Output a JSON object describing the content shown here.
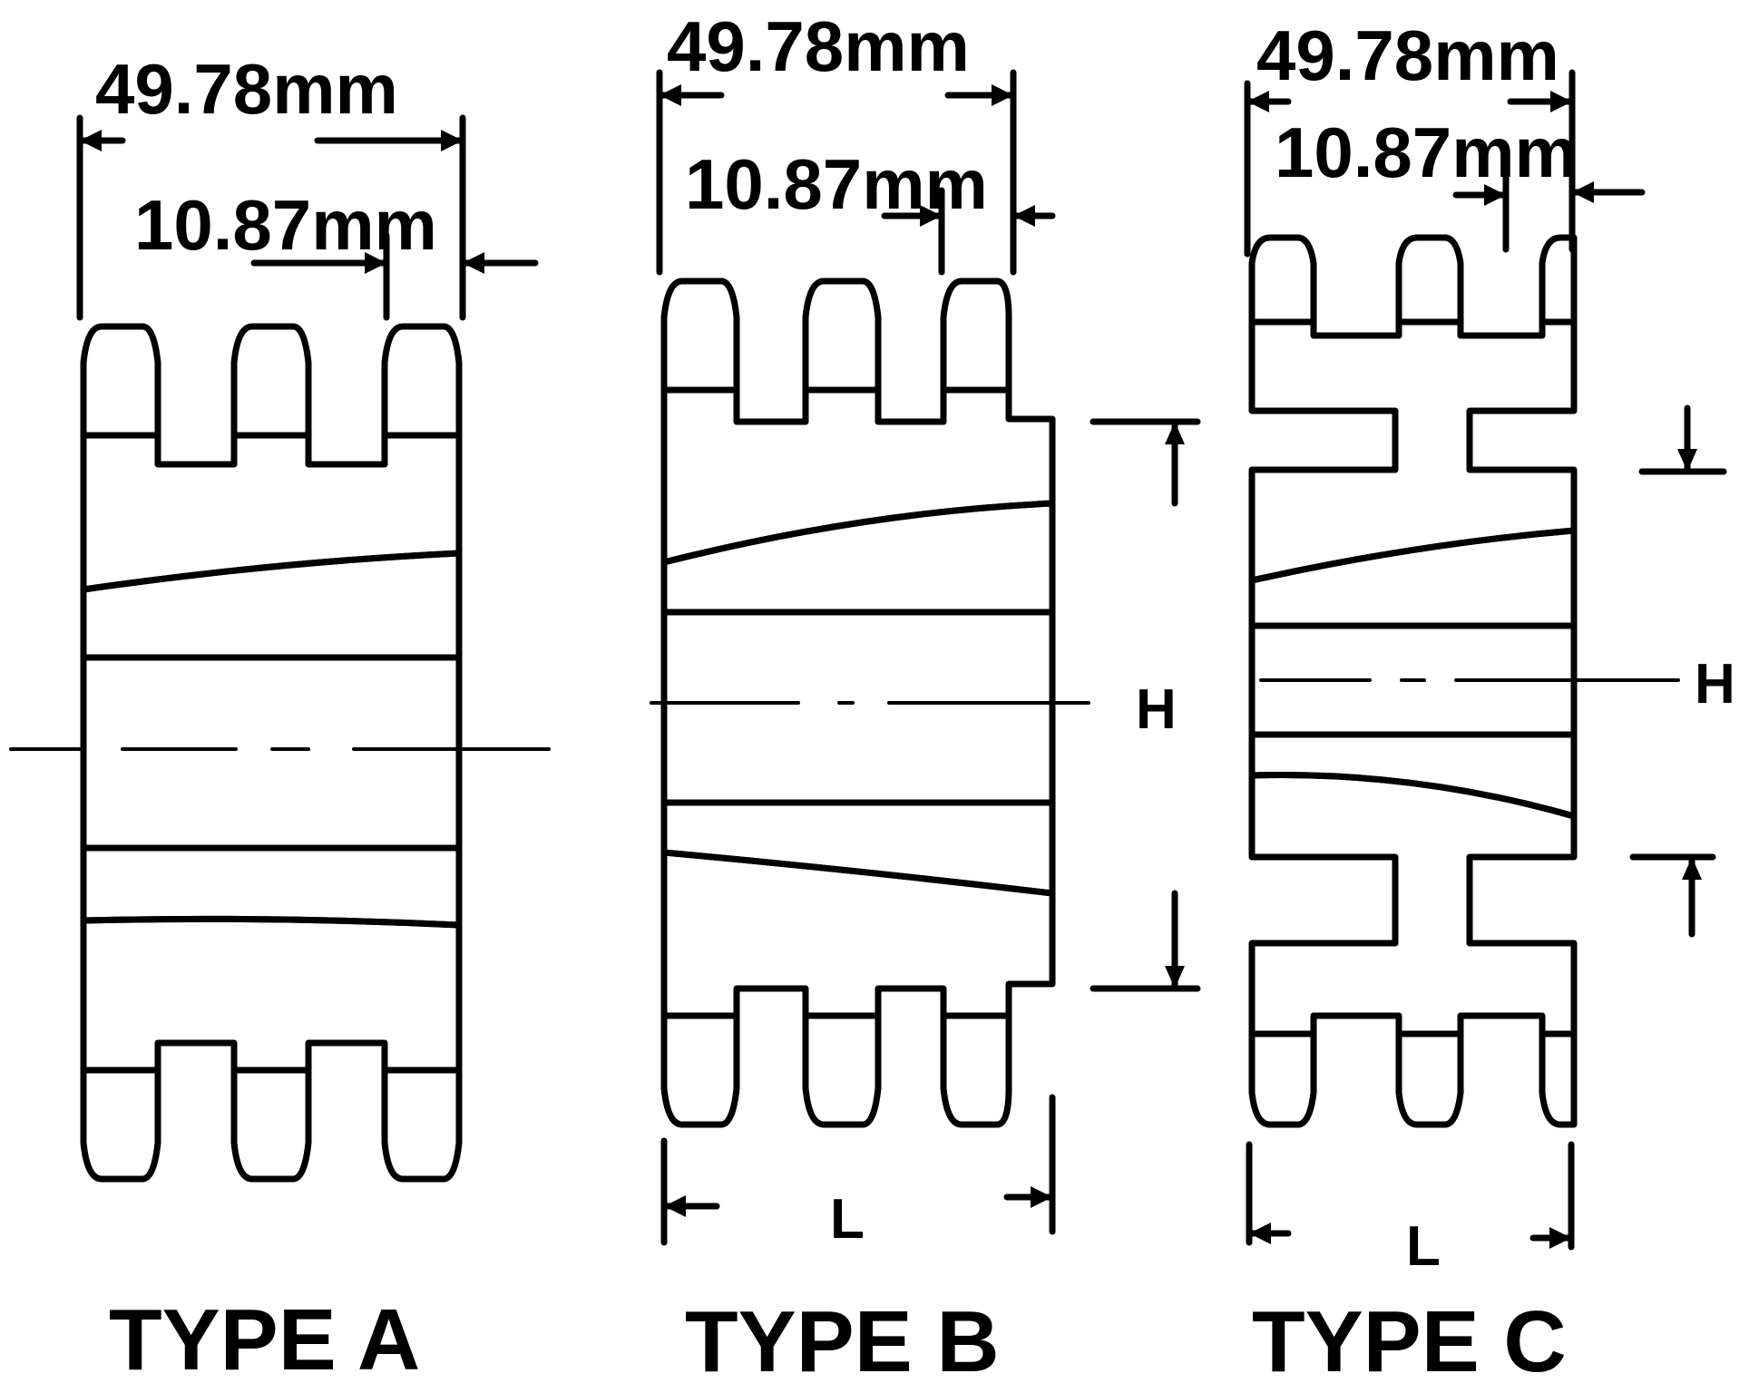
{
  "figure": {
    "description": "Triple sprocket hub types cross-section drawing",
    "views": [
      {
        "id": "type-a",
        "title": "TYPE A",
        "overall_width_label": "49.78mm",
        "strand_width_label": "10.87mm",
        "teeth_count": 3
      },
      {
        "id": "type-b",
        "title": "TYPE B",
        "overall_width_label": "49.78mm",
        "strand_width_label": "10.87mm",
        "hub_height_label": "H",
        "hub_length_label": "L",
        "teeth_count": 3
      },
      {
        "id": "type-c",
        "title": "TYPE C",
        "overall_width_label": "49.78mm",
        "strand_width_label": "10.87mm",
        "hub_height_label": "H",
        "hub_length_label": "L",
        "teeth_count": 3
      }
    ]
  }
}
